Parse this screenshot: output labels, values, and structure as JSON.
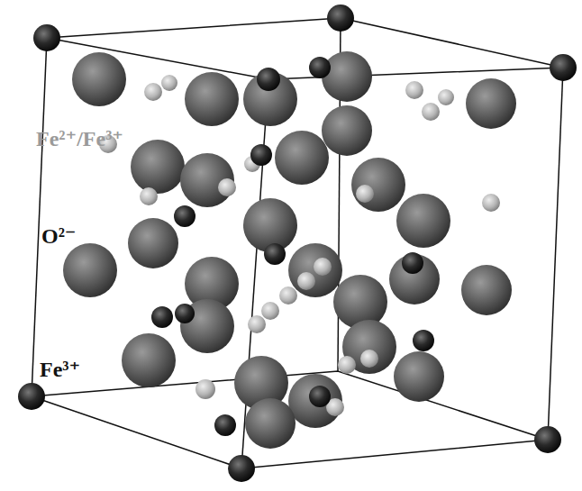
{
  "diagram": {
    "labels": [
      "Fe²⁺/Fe³⁺",
      "O²⁻",
      "Fe³⁺"
    ]
  }
}
